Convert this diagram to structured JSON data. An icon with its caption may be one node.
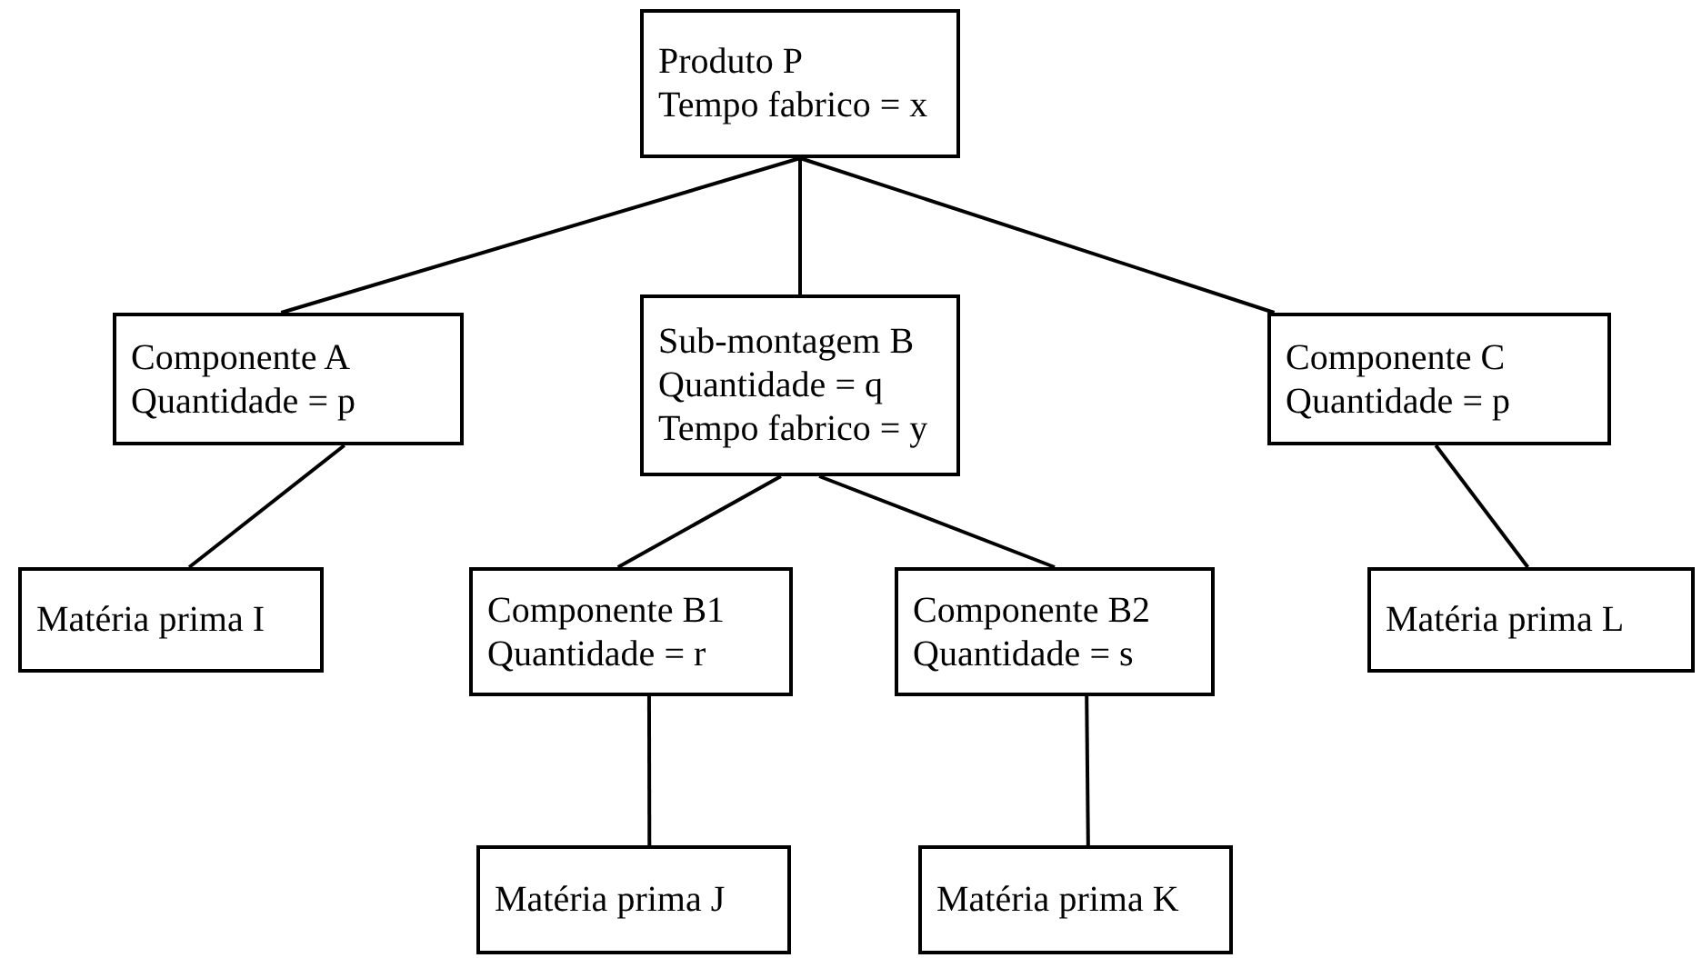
{
  "diagram": {
    "nodes": [
      {
        "text": [
          "Produto P",
          "Tempo fabrico = x"
        ]
      },
      {
        "text": [
          "Componente A",
          "Quantidade = p"
        ]
      },
      {
        "text": [
          "Sub-montagem B",
          "Quantidade = q",
          "Tempo fabrico = y"
        ]
      },
      {
        "text": [
          "Componente C",
          "Quantidade = p"
        ]
      },
      {
        "text": [
          "Matéria prima I"
        ]
      },
      {
        "text": [
          "Componente B1",
          "Quantidade = r"
        ]
      },
      {
        "text": [
          "Componente B2",
          "Quantidade = s"
        ]
      },
      {
        "text": [
          "Matéria prima L"
        ]
      },
      {
        "text": [
          "Matéria prima J"
        ]
      },
      {
        "text": [
          "Matéria prima K"
        ]
      }
    ],
    "edges": [
      {
        "from": 0,
        "to": 1,
        "arrow": "none"
      },
      {
        "from": 0,
        "to": 2,
        "arrow": "none"
      },
      {
        "from": 0,
        "to": 3,
        "arrow": "none"
      },
      {
        "from": 1,
        "to": 4,
        "arrow": "none"
      },
      {
        "from": 2,
        "to": 5,
        "arrow": "none"
      },
      {
        "from": 2,
        "to": 6,
        "arrow": "none"
      },
      {
        "from": 3,
        "to": 7,
        "arrow": "none"
      },
      {
        "from": 5,
        "to": 8,
        "arrow": "none"
      },
      {
        "from": 6,
        "to": 9,
        "arrow": "none"
      }
    ]
  }
}
